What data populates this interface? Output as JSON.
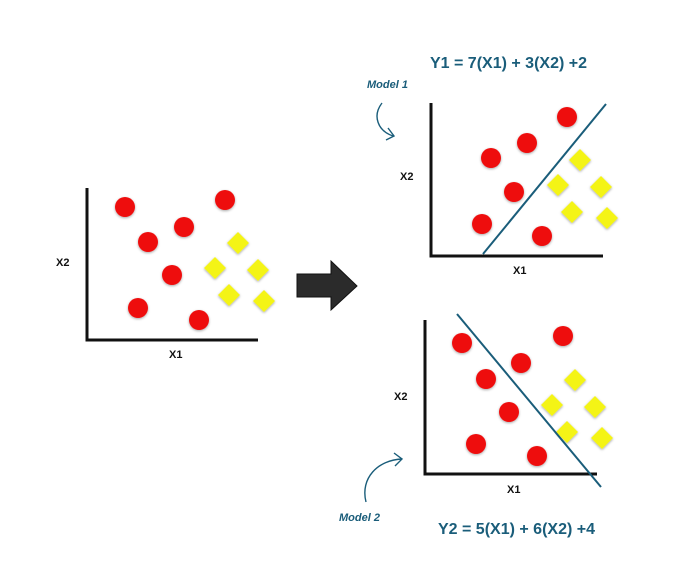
{
  "colors": {
    "background": "#ffffff",
    "axis": "#111111",
    "circle": "#ee1111",
    "diamond": "#f4f416",
    "boundary": "#1a5d7a",
    "label_accent": "#1a5d7a",
    "arrow": "#2b2b2b"
  },
  "plots": {
    "original": {
      "x_label": "X1",
      "y_label": "X2"
    },
    "model1": {
      "x_label": "X1",
      "y_label": "X2",
      "equation": "Y1 = 7(X1) + 3(X2) +2",
      "label": "Model 1"
    },
    "model2": {
      "x_label": "X1",
      "y_label": "X2",
      "equation": "Y2 = 5(X1) + 6(X2) +4",
      "label": "Model 2"
    }
  },
  "icons": {
    "transition": "right-arrow-icon",
    "pointer": "curved-arrow-icon"
  }
}
